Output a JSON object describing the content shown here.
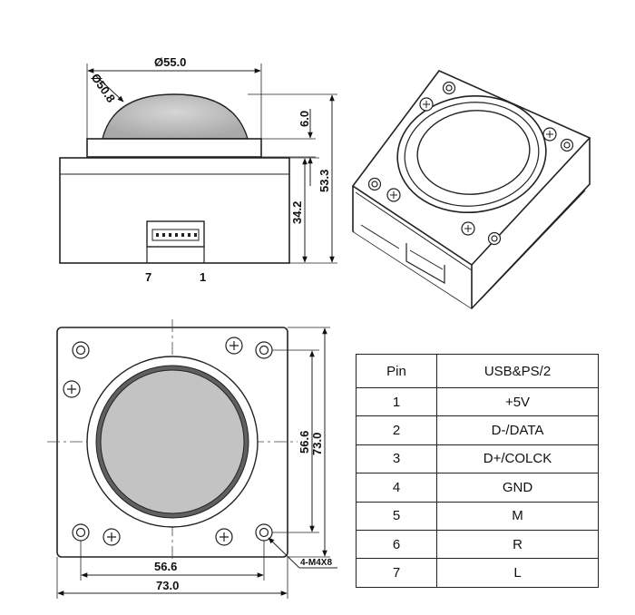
{
  "side_view": {
    "ball_diameter": "Ø50.8",
    "outer_diameter": "Ø55.0",
    "ring_height": "6.0",
    "total_height": "53.3",
    "body_height": "34.2",
    "pin_left": "7",
    "pin_right": "1"
  },
  "top_view": {
    "inner_width": "56.6",
    "outer_width": "73.0",
    "inner_height": "56.6",
    "outer_height": "73.0",
    "screw_note": "4-M4X8"
  },
  "pin_table": {
    "header": [
      "Pin",
      "USB&PS/2"
    ],
    "rows": [
      {
        "pin": "1",
        "signal": "+5V"
      },
      {
        "pin": "2",
        "signal": "D-/DATA"
      },
      {
        "pin": "3",
        "signal": "D+/COLCK"
      },
      {
        "pin": "4",
        "signal": "GND"
      },
      {
        "pin": "5",
        "signal": "M"
      },
      {
        "pin": "6",
        "signal": "R"
      },
      {
        "pin": "7",
        "signal": "L"
      }
    ]
  }
}
